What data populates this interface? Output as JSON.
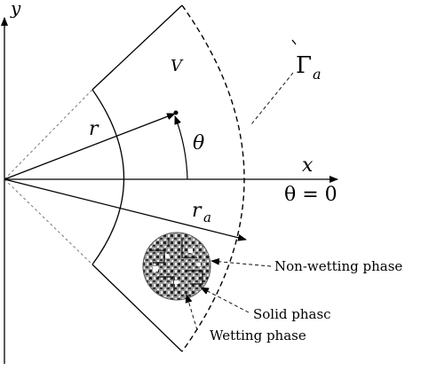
{
  "axes": {
    "y_label": "y",
    "x_label": "x",
    "theta_zero_label": "θ = 0"
  },
  "domain": {
    "volume_label": "V",
    "boundary_label": "Γ",
    "boundary_subscript": "a"
  },
  "dimensions": {
    "r_label": "r",
    "ra_label": "r",
    "ra_subscript": "a",
    "theta_label": "θ"
  },
  "phases": {
    "non_wetting": "Non-wetting phase",
    "solid": "Solid phasc",
    "wetting": "Wetting phase"
  }
}
